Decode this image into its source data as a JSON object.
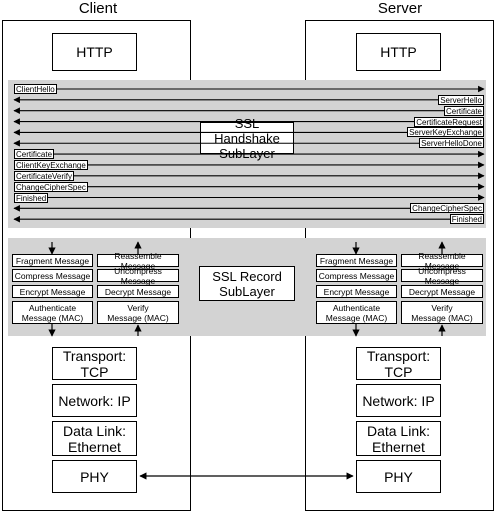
{
  "client_title": "Client",
  "server_title": "Server",
  "client": {
    "http": "HTTP",
    "transport": "Transport: TCP",
    "network": "Network: IP",
    "datalink": "Data Link:\nEthernet",
    "phy": "PHY",
    "record_send": [
      "Fragment Message",
      "Compress Message",
      "Encrypt Message",
      "Authenticate\nMessage (MAC)"
    ],
    "record_recv": [
      "Reassemble Message",
      "Uncompress Message",
      "Decrypt Message",
      "Verify\nMessage (MAC)"
    ]
  },
  "server": {
    "http": "HTTP",
    "transport": "Transport: TCP",
    "network": "Network: IP",
    "datalink": "Data Link:\nEthernet",
    "phy": "PHY",
    "record_send": [
      "Fragment Message",
      "Compress Message",
      "Encrypt Message",
      "Authenticate\nMessage (MAC)"
    ],
    "record_recv": [
      "Reassemble Message",
      "Uncompress Message",
      "Decrypt Message",
      "Verify\nMessage (MAC)"
    ]
  },
  "handshake_label": "SSL Handshake\nSubLayer",
  "record_label": "SSL Record\nSubLayer",
  "handshake_messages": [
    {
      "label": "ClientHello",
      "direction": "client-to-server"
    },
    {
      "label": "ServerHello",
      "direction": "server-to-client"
    },
    {
      "label": "Certificate",
      "direction": "server-to-client"
    },
    {
      "label": "CertificateRequest",
      "direction": "server-to-client"
    },
    {
      "label": "ServerKeyExchange",
      "direction": "server-to-client"
    },
    {
      "label": "ServerHelloDone",
      "direction": "server-to-client"
    },
    {
      "label": "Certificate",
      "direction": "client-to-server"
    },
    {
      "label": "ClientKeyExchange",
      "direction": "client-to-server"
    },
    {
      "label": "CertificateVerify",
      "direction": "client-to-server"
    },
    {
      "label": "ChangeCipherSpec",
      "direction": "client-to-server"
    },
    {
      "label": "Finished",
      "direction": "client-to-server"
    },
    {
      "label": "ChangeCipherSpec",
      "direction": "server-to-client"
    },
    {
      "label": "Finished",
      "direction": "server-to-client"
    }
  ]
}
